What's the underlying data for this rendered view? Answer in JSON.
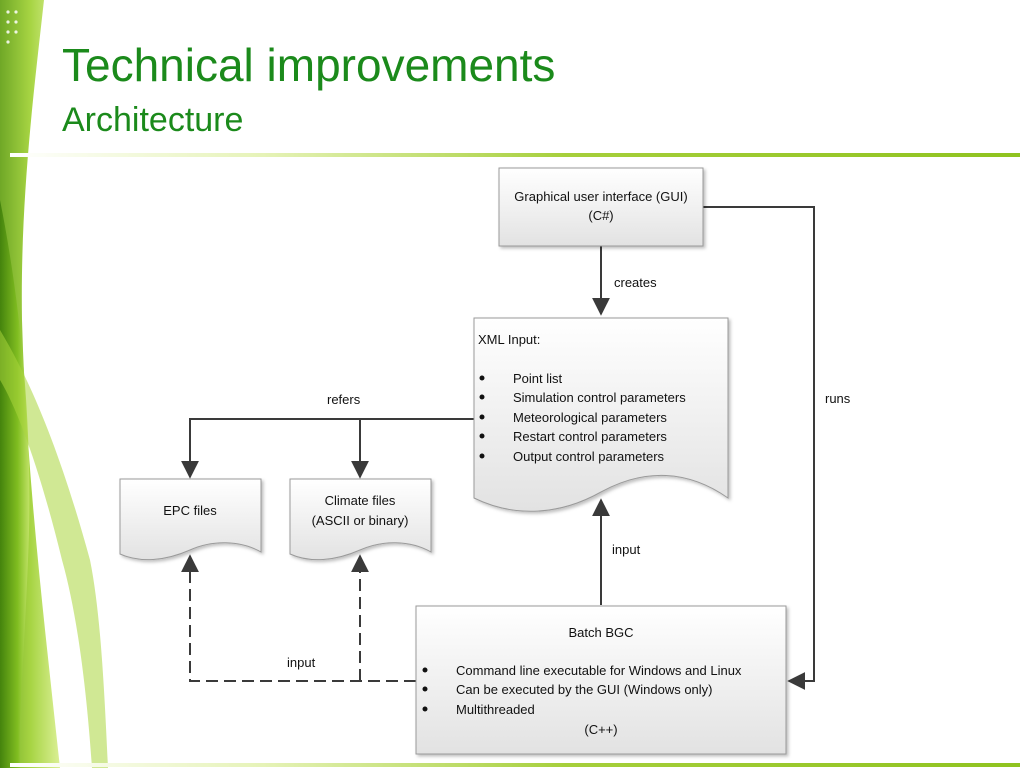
{
  "slide": {
    "title": "Technical improvements",
    "subtitle": "Architecture"
  },
  "colors": {
    "title": "#1b8a1b",
    "accent": "#8fc31f",
    "box_fill_top": "#ffffff",
    "box_fill_bottom": "#e4e4e4",
    "line": "#3a3a3a"
  },
  "diagram": {
    "gui": {
      "line1": "Graphical user interface (GUI)",
      "line2": "(C#)"
    },
    "xml": {
      "heading": "XML Input:",
      "items": [
        "Point list",
        "Simulation control parameters",
        "Meteorological parameters",
        "Restart control parameters",
        "Output control parameters"
      ]
    },
    "epc": {
      "label": "EPC files"
    },
    "climate": {
      "line1": "Climate files",
      "line2": "(ASCII or binary)"
    },
    "batch": {
      "title": "Batch BGC",
      "items": [
        "Command line executable for Windows and Linux",
        "Can be executed by the GUI (Windows only)",
        "Multithreaded"
      ],
      "footer": "(C++)"
    },
    "labels": {
      "creates": "creates",
      "refers": "refers",
      "runs": "runs",
      "input_xml": "input",
      "input_files": "input"
    }
  }
}
